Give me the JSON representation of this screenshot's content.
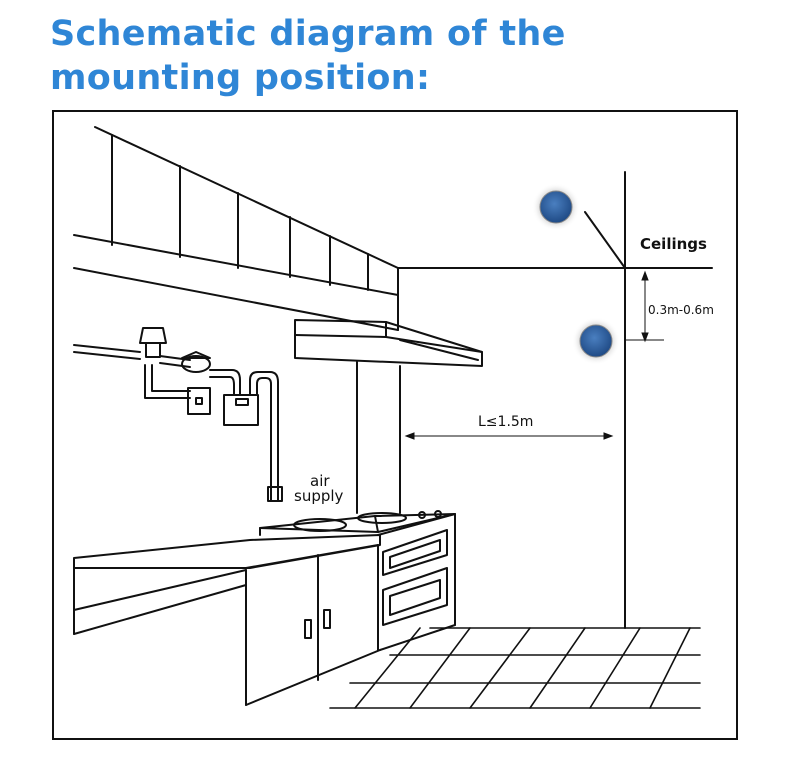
{
  "header": {
    "title_line1": "Schematic diagram of the",
    "title_line2": "mounting position:"
  },
  "labels": {
    "ceilings": "Ceilings",
    "height_range": "0.3m-0.6m",
    "distance": "L≤1.5m",
    "air_line1": "air",
    "air_line2": "supply"
  },
  "colors": {
    "title": "#2f86d6",
    "detector": "#2a5d9a"
  }
}
